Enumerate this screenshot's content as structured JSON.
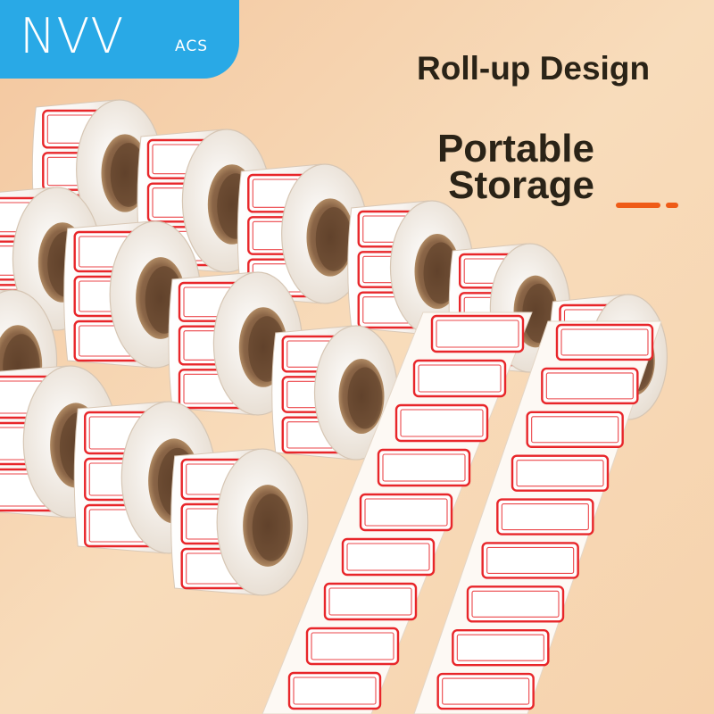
{
  "brand": {
    "name": "NVV",
    "suffix": "ACS"
  },
  "headline": "Roll-up Design",
  "subline": [
    "Portable",
    "Storage"
  ],
  "colors": {
    "background": "#f6d6b0",
    "brand_badge": "#29a9e6",
    "label_border": "#e8262a",
    "roll_core": "#8a6547",
    "accent": "#ef5b17"
  },
  "subject": {
    "roll_count": 14,
    "unrolled_strips": 2
  }
}
